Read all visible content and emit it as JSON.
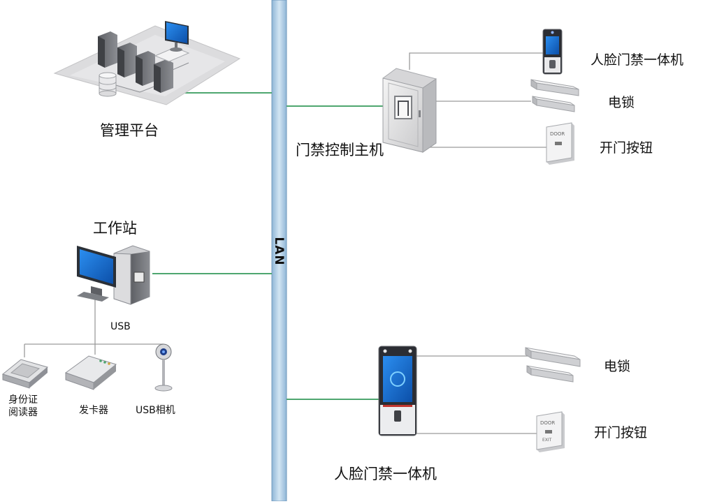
{
  "network": {
    "label": "LAN"
  },
  "nodes": {
    "management_platform": {
      "label": "管理平台"
    },
    "access_controller": {
      "label": "门禁控制主机"
    },
    "face_terminal_top": {
      "label": "人脸门禁一体机"
    },
    "lock_top": {
      "label": "电锁"
    },
    "exit_button_top": {
      "label": "开门按钮"
    },
    "workstation": {
      "label": "工作站"
    },
    "usb": {
      "label": "USB"
    },
    "id_reader": {
      "label_line1": "身份证",
      "label_line2": "阅读器"
    },
    "card_issuer": {
      "label": "发卡器"
    },
    "usb_camera": {
      "label": "USB相机"
    },
    "face_terminal_bottom": {
      "label": "人脸门禁一体机"
    },
    "lock_bottom": {
      "label": "电锁"
    },
    "exit_button_bottom": {
      "label": "开门按钮"
    }
  },
  "colors": {
    "lan_bus": "#bcd6ea",
    "lan_bus_edge": "#6f98bd",
    "link_green": "#4ea66f",
    "link_gray": "#9a9a9a",
    "screen_blue": "#1f6fd1",
    "device_gray": "#8e9096"
  },
  "icons": {
    "exit_button_text_top": "DOOR",
    "exit_button_text_bottom": "EXIT"
  }
}
